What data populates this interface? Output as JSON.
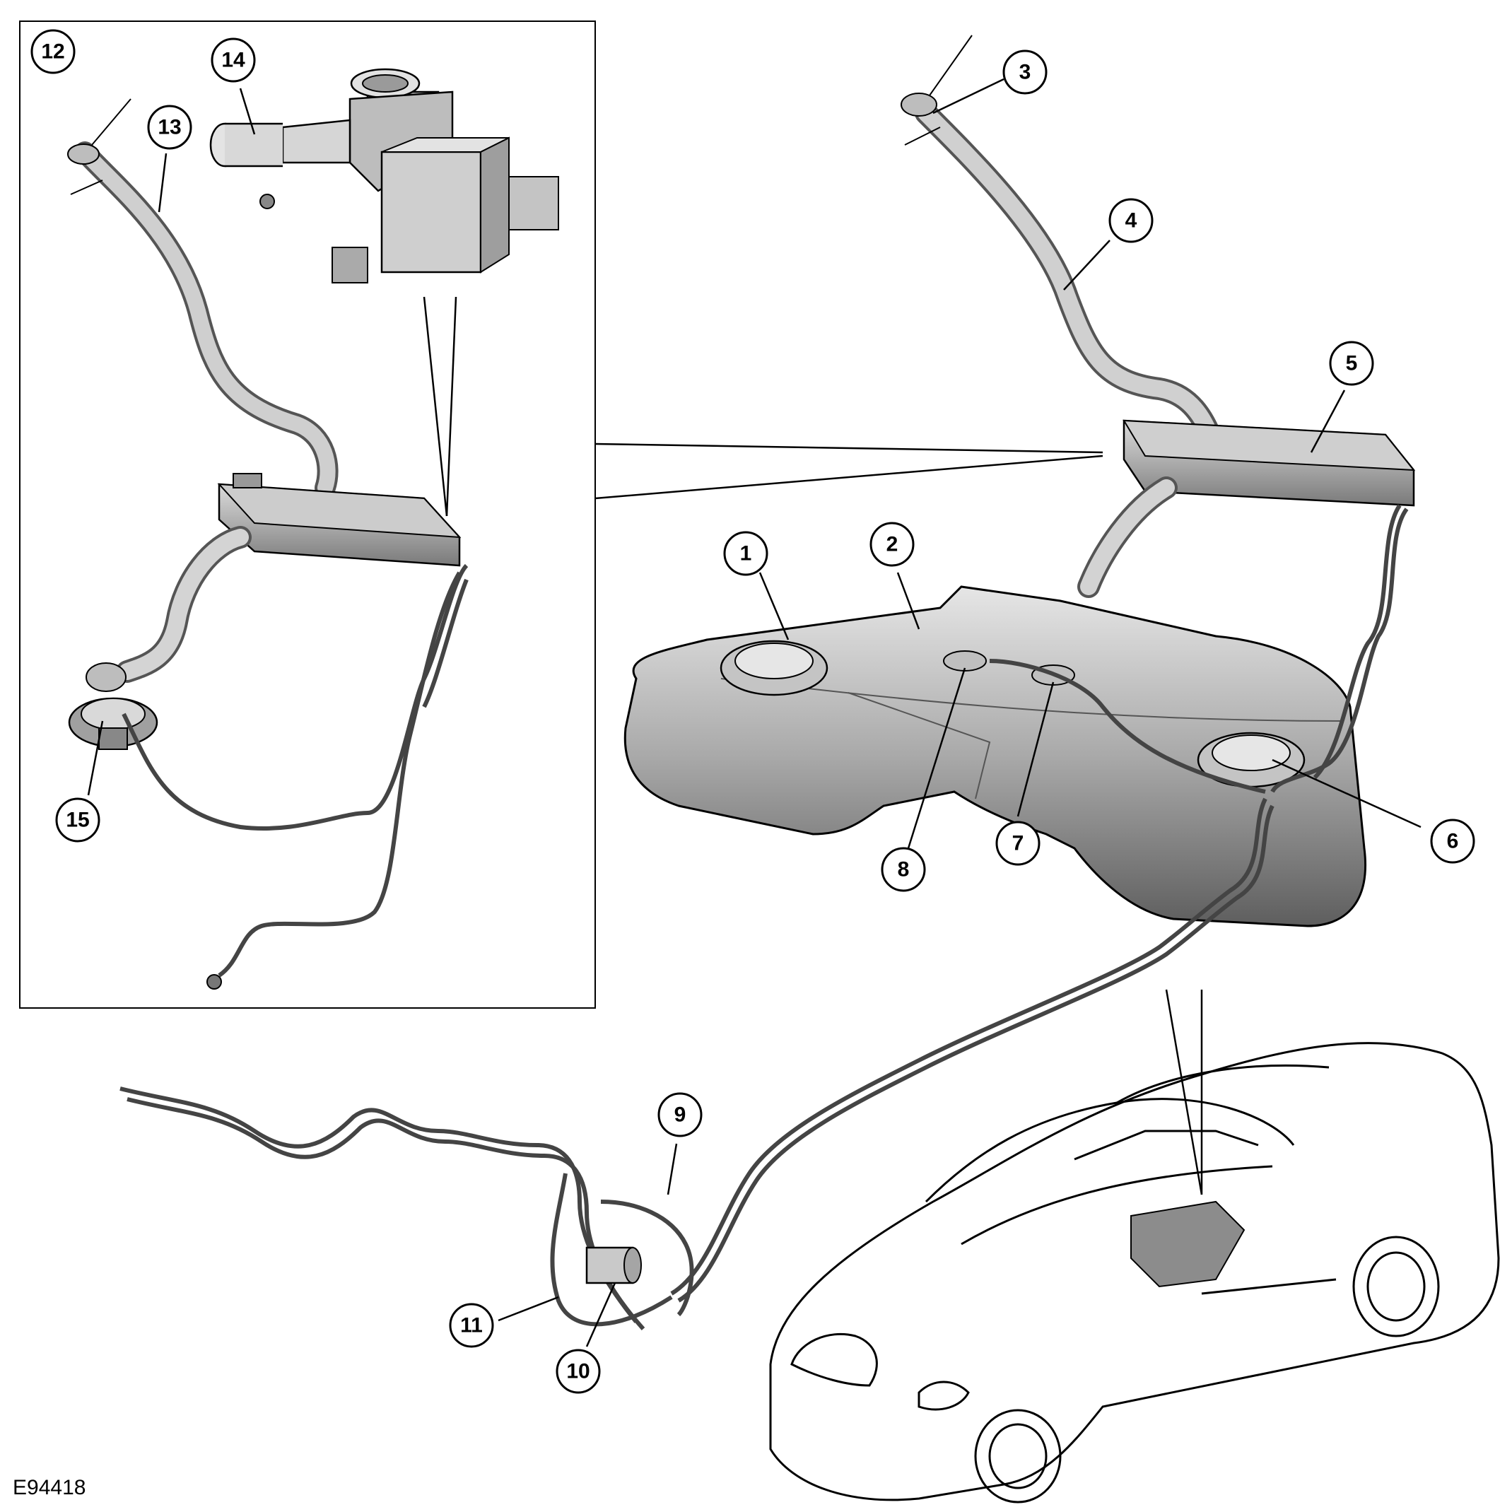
{
  "figure_code": "E94418",
  "callouts": [
    {
      "label": "1"
    },
    {
      "label": "2"
    },
    {
      "label": "3"
    },
    {
      "label": "4"
    },
    {
      "label": "5"
    },
    {
      "label": "6"
    },
    {
      "label": "7"
    },
    {
      "label": "8"
    },
    {
      "label": "9"
    },
    {
      "label": "10"
    },
    {
      "label": "11"
    },
    {
      "label": "12"
    },
    {
      "label": "13"
    },
    {
      "label": "14"
    },
    {
      "label": "15"
    }
  ],
  "colors": {
    "line": "#000000",
    "metal_light": "#d9d9d9",
    "metal_mid": "#a8a8a8",
    "metal_dark": "#6e6e6e",
    "background": "#ffffff"
  }
}
